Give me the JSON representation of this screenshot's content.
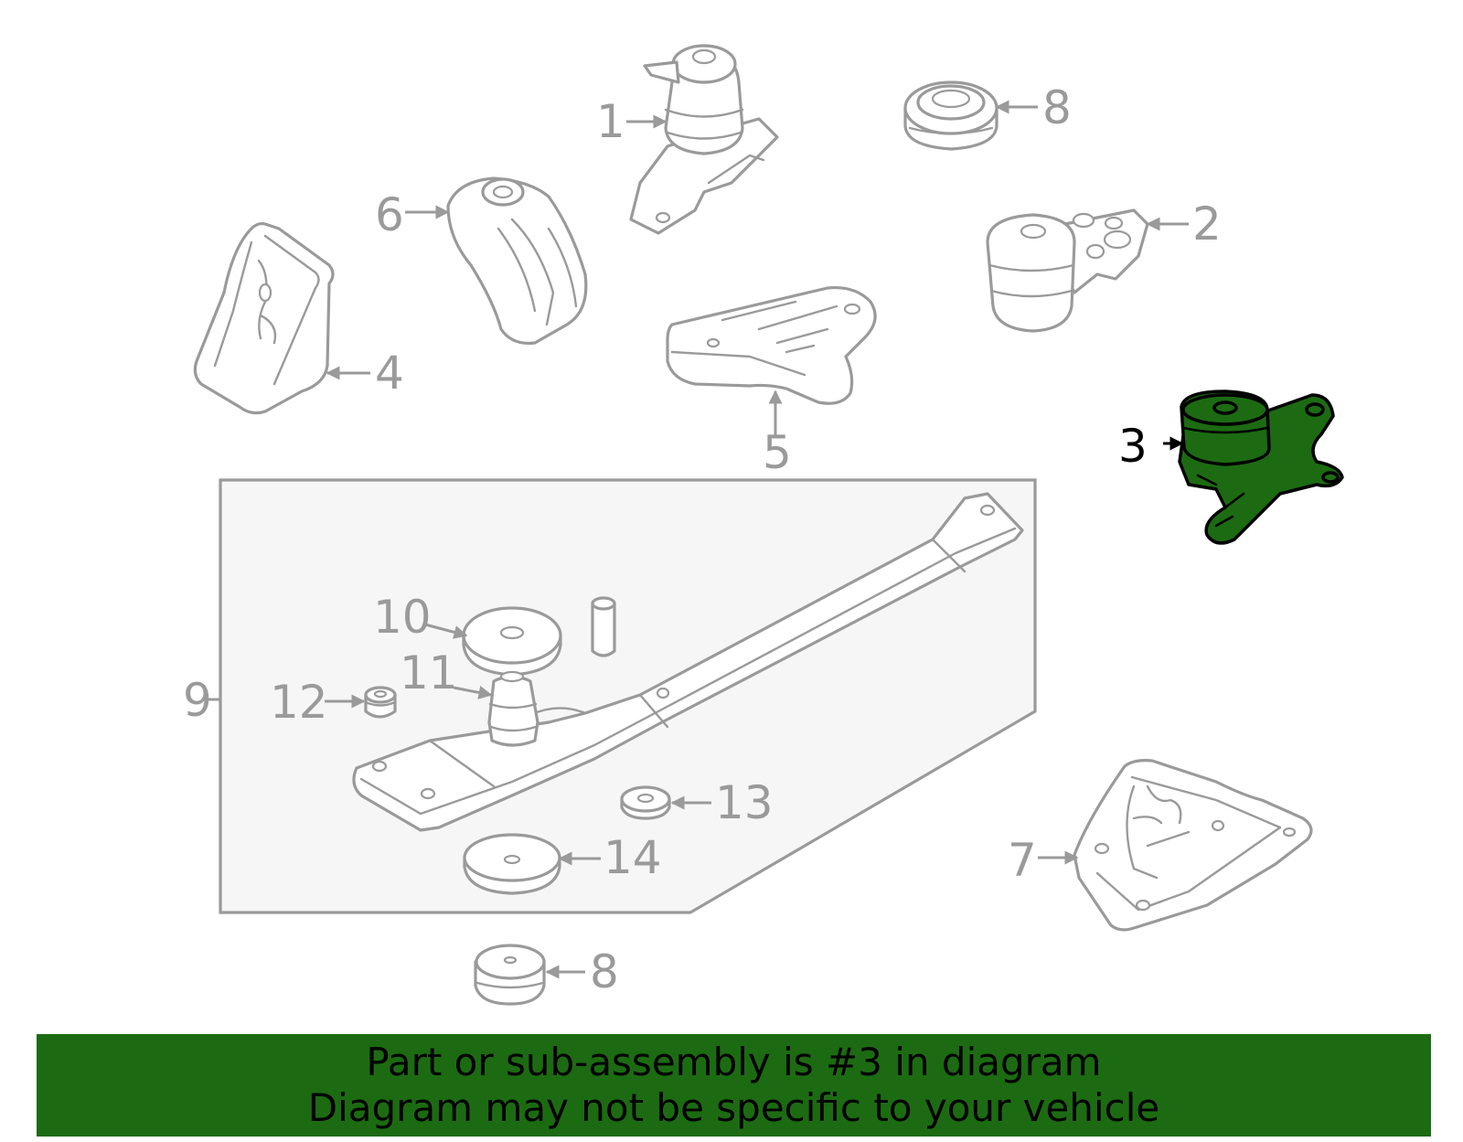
{
  "callouts": {
    "c1": "1",
    "c2": "2",
    "c3": "3",
    "c4": "4",
    "c5": "5",
    "c6": "6",
    "c7": "7",
    "c8_top": "8",
    "c8_bottom": "8",
    "c9": "9",
    "c10": "10",
    "c11": "11",
    "c12": "12",
    "c13": "13",
    "c14": "14"
  },
  "banner": {
    "line1": "Part or sub-assembly is #3 in diagram",
    "line2": "Diagram may not be specific to your vehicle"
  },
  "colors": {
    "highlight": "#1c6b12",
    "line_art": "#9a9a9a",
    "banner_background": "#1c6b12"
  }
}
